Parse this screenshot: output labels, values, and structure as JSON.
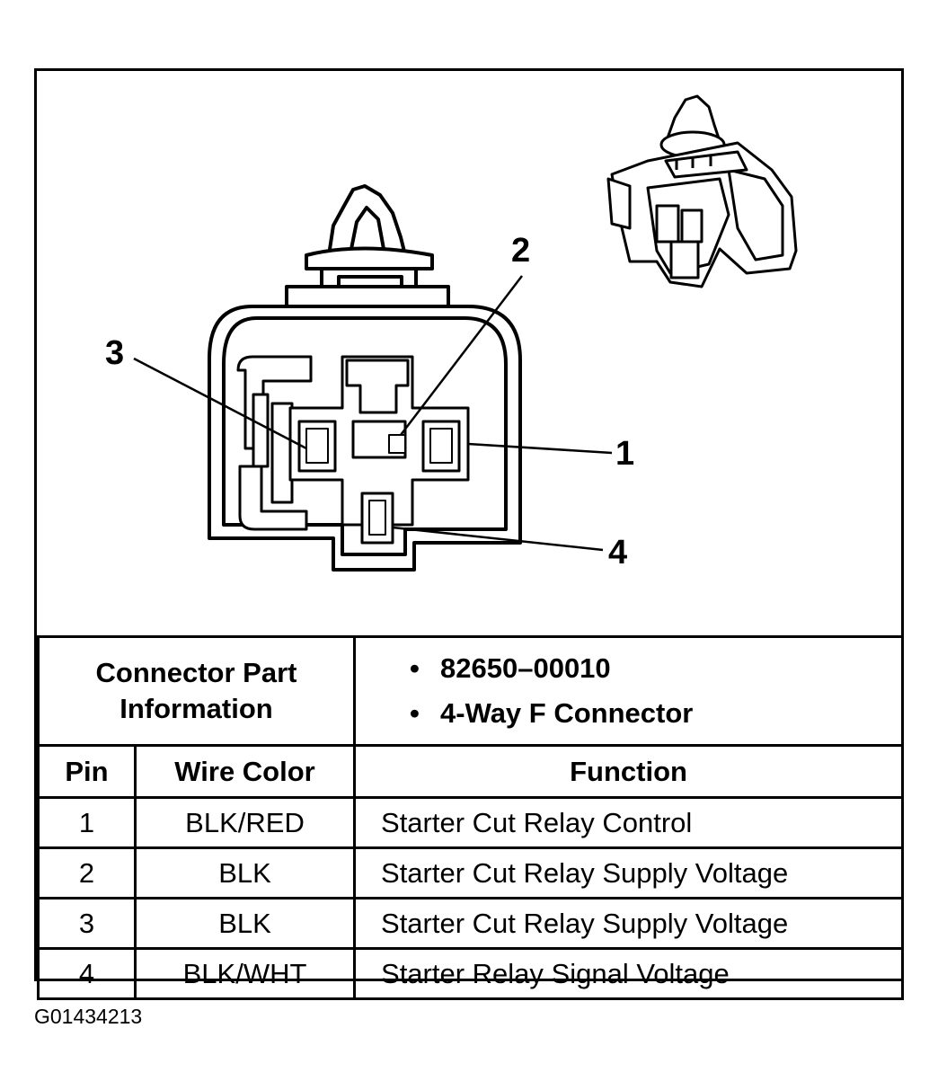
{
  "diagram": {
    "callouts": {
      "pin1": "1",
      "pin2": "2",
      "pin3": "3",
      "pin4": "4"
    }
  },
  "info": {
    "label": "Connector Part Information",
    "values": [
      "82650–00010",
      "4-Way F Connector"
    ]
  },
  "table": {
    "headers": [
      "Pin",
      "Wire Color",
      "Function"
    ],
    "rows": [
      [
        "1",
        "BLK/RED",
        "Starter Cut Relay Control"
      ],
      [
        "2",
        "BLK",
        "Starter Cut Relay Supply Voltage"
      ],
      [
        "3",
        "BLK",
        "Starter Cut Relay Supply Voltage"
      ],
      [
        "4",
        "BLK/WHT",
        "Starter Relay Signal Voltage"
      ]
    ]
  },
  "figure_id": "G01434213"
}
